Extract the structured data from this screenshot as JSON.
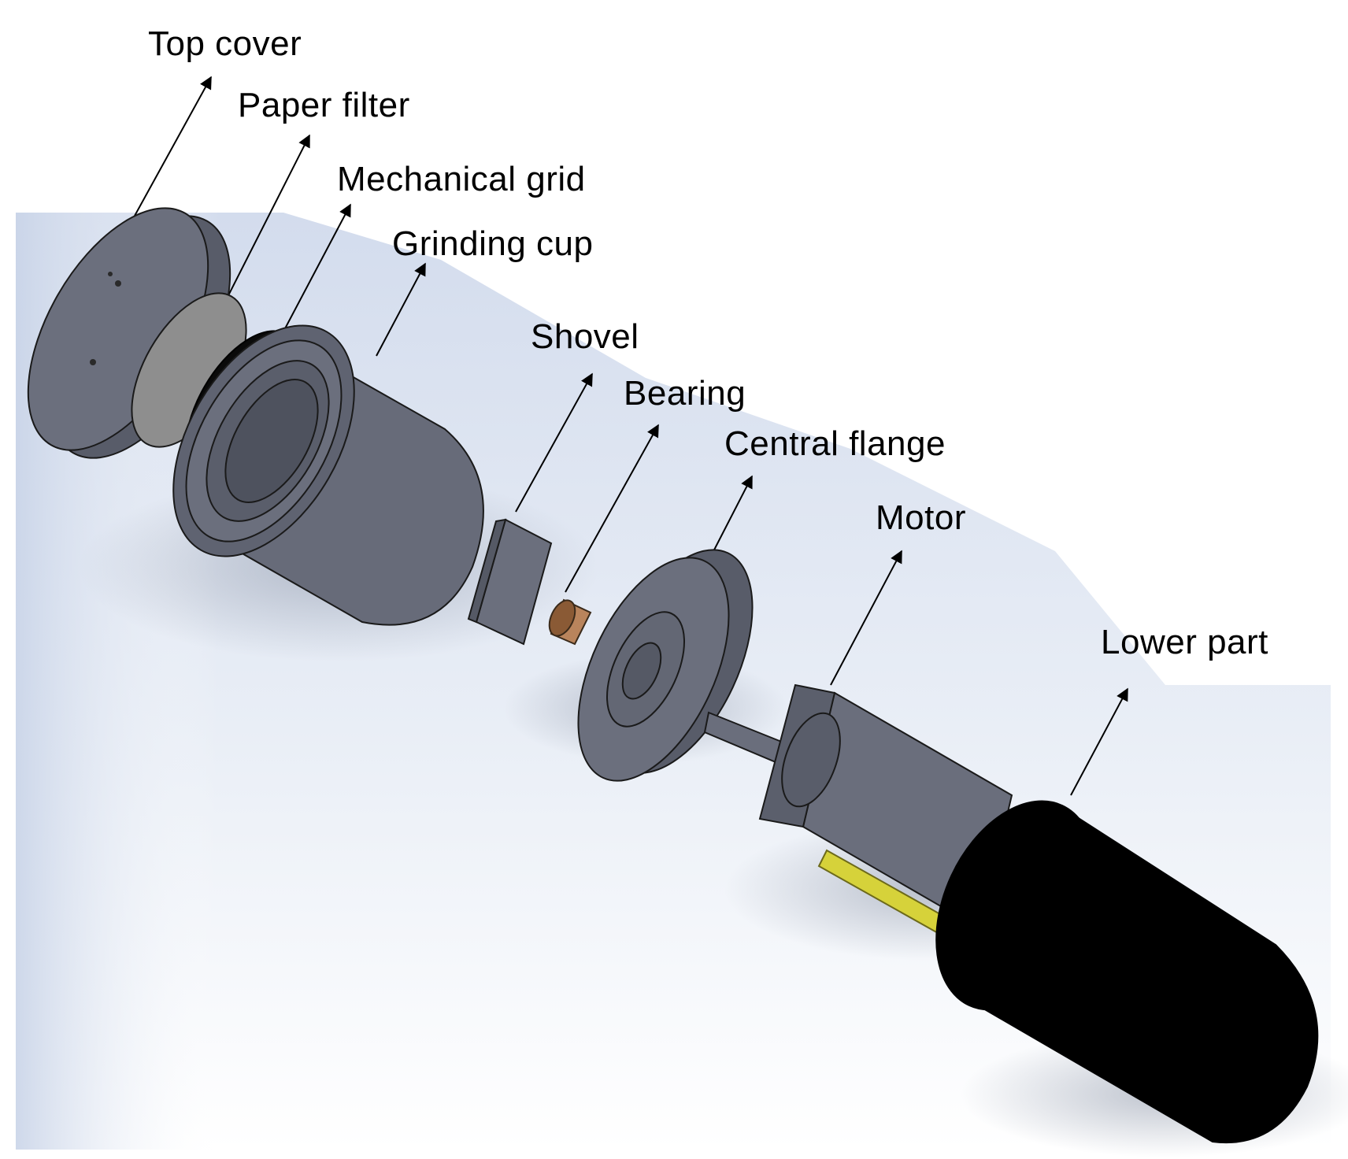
{
  "diagram": {
    "components": [
      {
        "id": "top-cover",
        "label": "Top cover",
        "color": "#6b6f7d"
      },
      {
        "id": "paper-filter",
        "label": "Paper filter",
        "color": "#8e8e8e"
      },
      {
        "id": "mechanical-grid",
        "label": "Mechanical grid",
        "color": "#0a0a0a"
      },
      {
        "id": "grinding-cup",
        "label": "Grinding cup",
        "color": "#676b79"
      },
      {
        "id": "shovel",
        "label": "Shovel",
        "color": "#6b6f7d"
      },
      {
        "id": "bearing",
        "label": "Bearing",
        "color": "#b9845c"
      },
      {
        "id": "central-flange",
        "label": "Central flange",
        "color": "#6b6f7d"
      },
      {
        "id": "motor",
        "label": "Motor",
        "color": "#6a6e7c"
      },
      {
        "id": "lower-part",
        "label": "Lower part",
        "color": "#000000"
      }
    ],
    "colors": {
      "background_band": "#d8e1ef",
      "accent_yellow": "#d6d23a",
      "outline": "#1a1a1a"
    }
  }
}
